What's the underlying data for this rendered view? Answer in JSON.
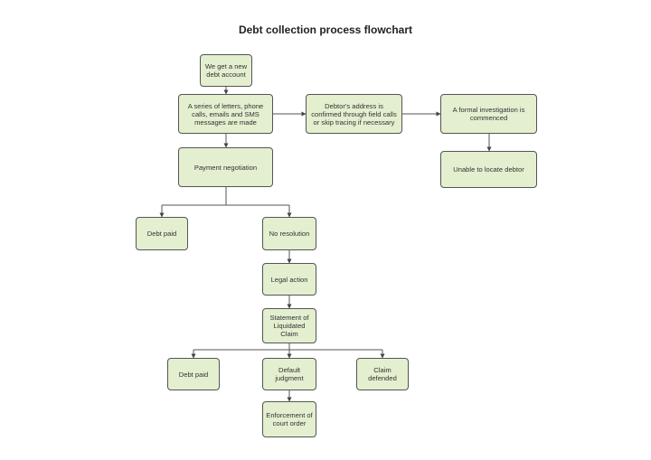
{
  "title": "Debt collection process flowchart",
  "nodes": {
    "new_account": "We get a new debt account",
    "contact_series": "A series of letters, phone calls, emails and SMS messages are made",
    "address_confirm": "Debtor's address is confirmed through field calls or skip tracing if necessary",
    "formal_investigation": "A formal investigation is commenced",
    "unable_locate": "Unable to locate debtor",
    "payment_negotiation": "Payment negotiation",
    "debt_paid_1": "Debt paid",
    "no_resolution": "No resolution",
    "legal_action": "Legal action",
    "statement_claim": "Statement of Liquidated Claim",
    "debt_paid_2": "Debt paid",
    "default_judgment": "Default judgment",
    "claim_defended": "Claim defended",
    "enforcement": "Enforcement of court order"
  },
  "edges": [
    [
      "new_account",
      "contact_series"
    ],
    [
      "contact_series",
      "address_confirm"
    ],
    [
      "address_confirm",
      "formal_investigation"
    ],
    [
      "formal_investigation",
      "unable_locate"
    ],
    [
      "contact_series",
      "payment_negotiation"
    ],
    [
      "payment_negotiation",
      "debt_paid_1"
    ],
    [
      "payment_negotiation",
      "no_resolution"
    ],
    [
      "no_resolution",
      "legal_action"
    ],
    [
      "legal_action",
      "statement_claim"
    ],
    [
      "statement_claim",
      "debt_paid_2"
    ],
    [
      "statement_claim",
      "default_judgment"
    ],
    [
      "statement_claim",
      "claim_defended"
    ],
    [
      "default_judgment",
      "enforcement"
    ]
  ]
}
